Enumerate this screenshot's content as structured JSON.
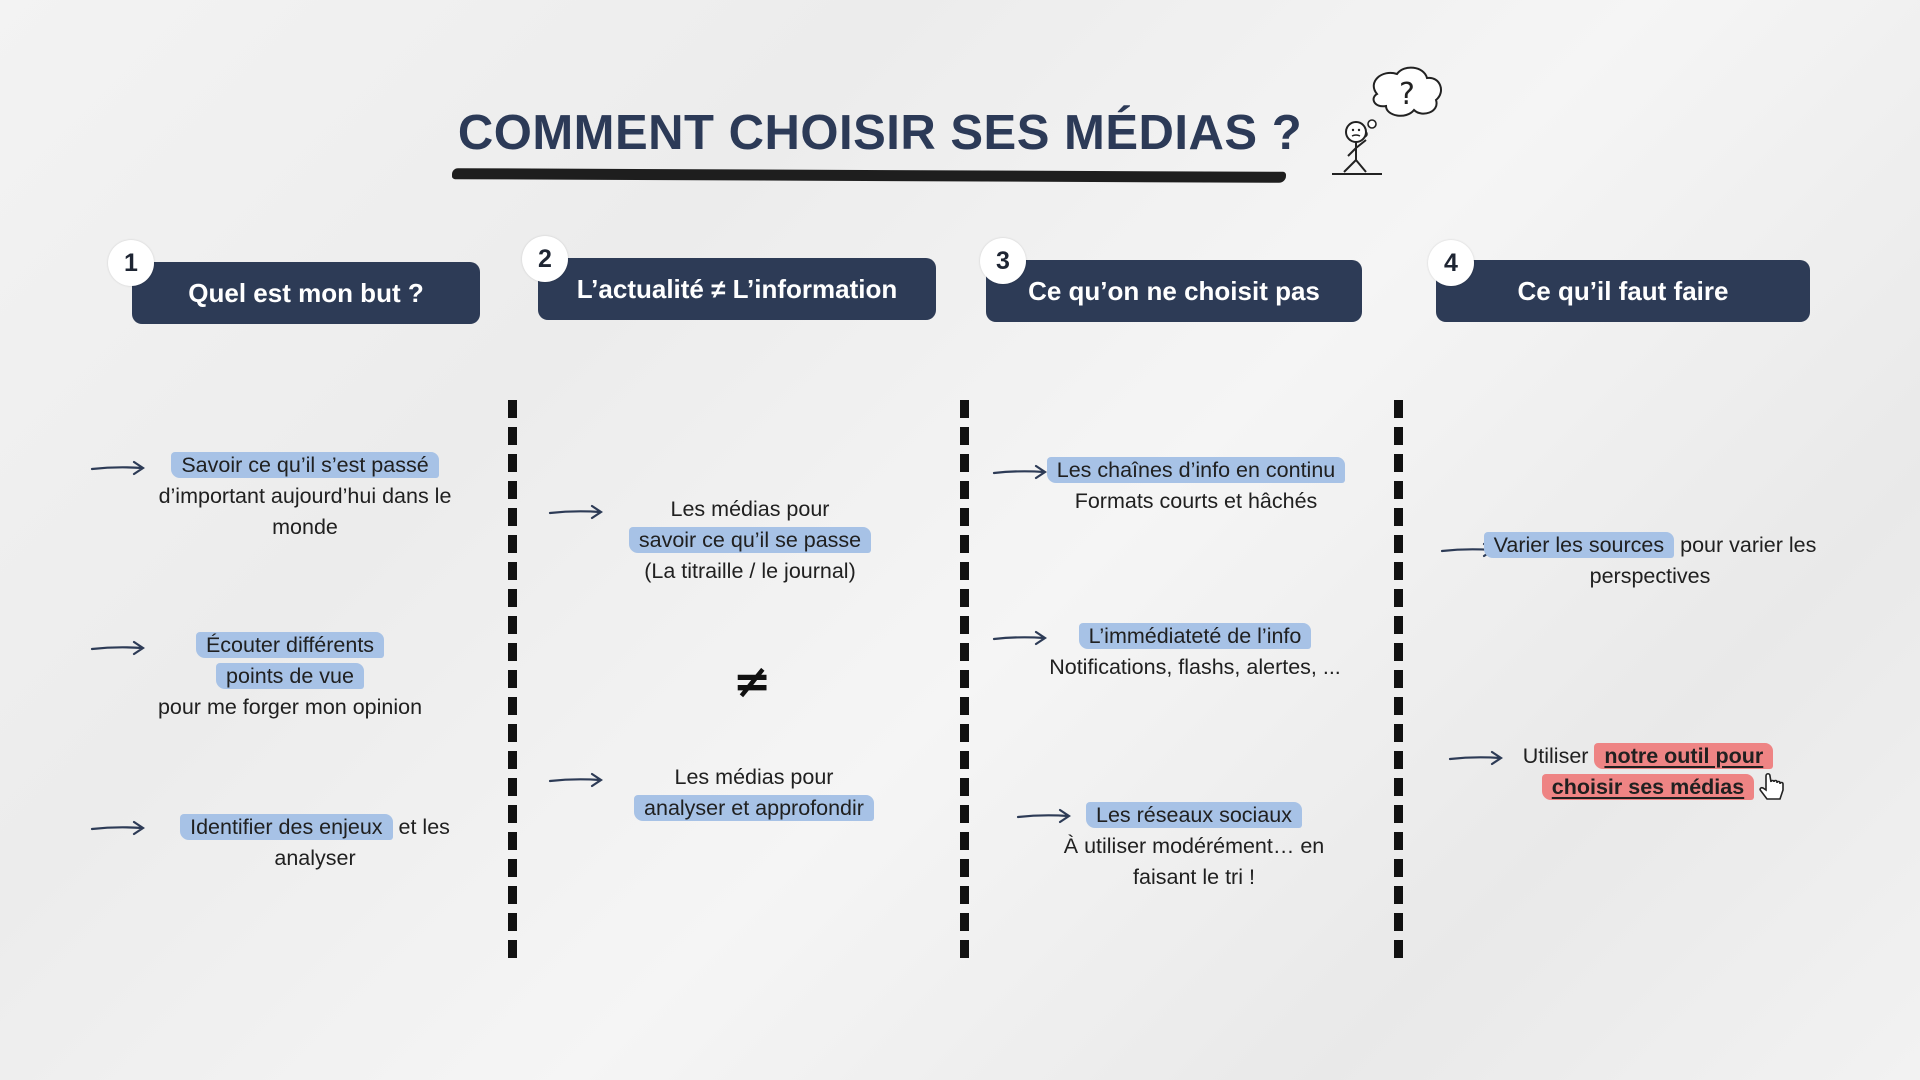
{
  "title": "COMMENT CHOISIR SES MÉDIAS ?",
  "columns": [
    {
      "number": "1",
      "header": "Quel est mon but ?",
      "items": [
        {
          "highlight": "Savoir ce qu’il s’est passé",
          "text": "d’important aujourd’hui dans le monde"
        },
        {
          "highlight": "Écouter différents points de vue",
          "text": "pour me forger mon opinion"
        },
        {
          "highlight": "Identifier des enjeux",
          "text": "et les analyser"
        }
      ]
    },
    {
      "number": "2",
      "header": "L’actualité  ≠ L’information",
      "items": [
        {
          "pre": "Les médias pour",
          "highlight": "savoir ce qu’il se passe",
          "text": "(La titraille / le journal)"
        },
        {
          "pre": "Les médias pour",
          "highlight": "analyser et approfondir"
        }
      ],
      "symbol": "≠"
    },
    {
      "number": "3",
      "header": "Ce qu’on ne choisit pas",
      "items": [
        {
          "highlight": "Les chaînes d’info en continu",
          "text": "Formats courts et hâchés"
        },
        {
          "highlight": "L’immédiateté de l’info",
          "text": "Notifications, flashs, alertes, ..."
        },
        {
          "highlight": "Les réseaux sociaux",
          "text": "À utiliser modérément… en faisant le tri !"
        }
      ]
    },
    {
      "number": "4",
      "header": "Ce qu’il faut faire",
      "items": [
        {
          "highlight": "Varier les sources",
          "text": "pour varier les perspectives"
        },
        {
          "pre": "Utiliser",
          "highlight": "notre outil pour choisir ses médias"
        }
      ]
    }
  ],
  "icons": [
    "thinking-person-icon",
    "arrow-right-icon",
    "pointing-hand-icon"
  ],
  "colors": {
    "navy": "#2d3b56",
    "highlight_blue": "#a7c2e6",
    "highlight_red": "#ee8484"
  }
}
